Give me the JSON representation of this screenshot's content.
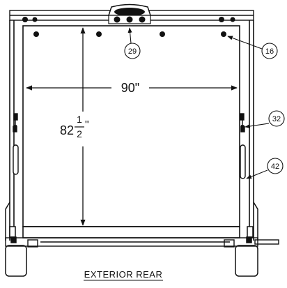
{
  "dimensions": {
    "width_label": "90\"",
    "height_whole": "82",
    "height_num": "1",
    "height_den": "2",
    "height_unit": "\""
  },
  "callouts": [
    {
      "id": "c29",
      "label": "29"
    },
    {
      "id": "c16",
      "label": "16"
    },
    {
      "id": "c32",
      "label": "32"
    },
    {
      "id": "c42",
      "label": "42"
    }
  ],
  "caption": "EXTERIOR REAR",
  "colors": {
    "line": "#111111",
    "background": "#ffffff"
  }
}
